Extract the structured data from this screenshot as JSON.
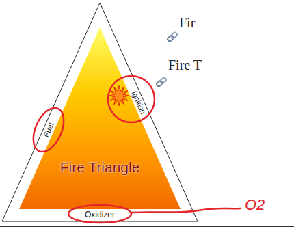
{
  "diagram": {
    "nodes": [
      {
        "text": [
          "Fuel",
          "Ignition",
          "Fire Triangle",
          "Oxidizer"
        ]
      }
    ],
    "labels": [
      "Fir",
      "Fire T",
      "O2"
    ]
  }
}
